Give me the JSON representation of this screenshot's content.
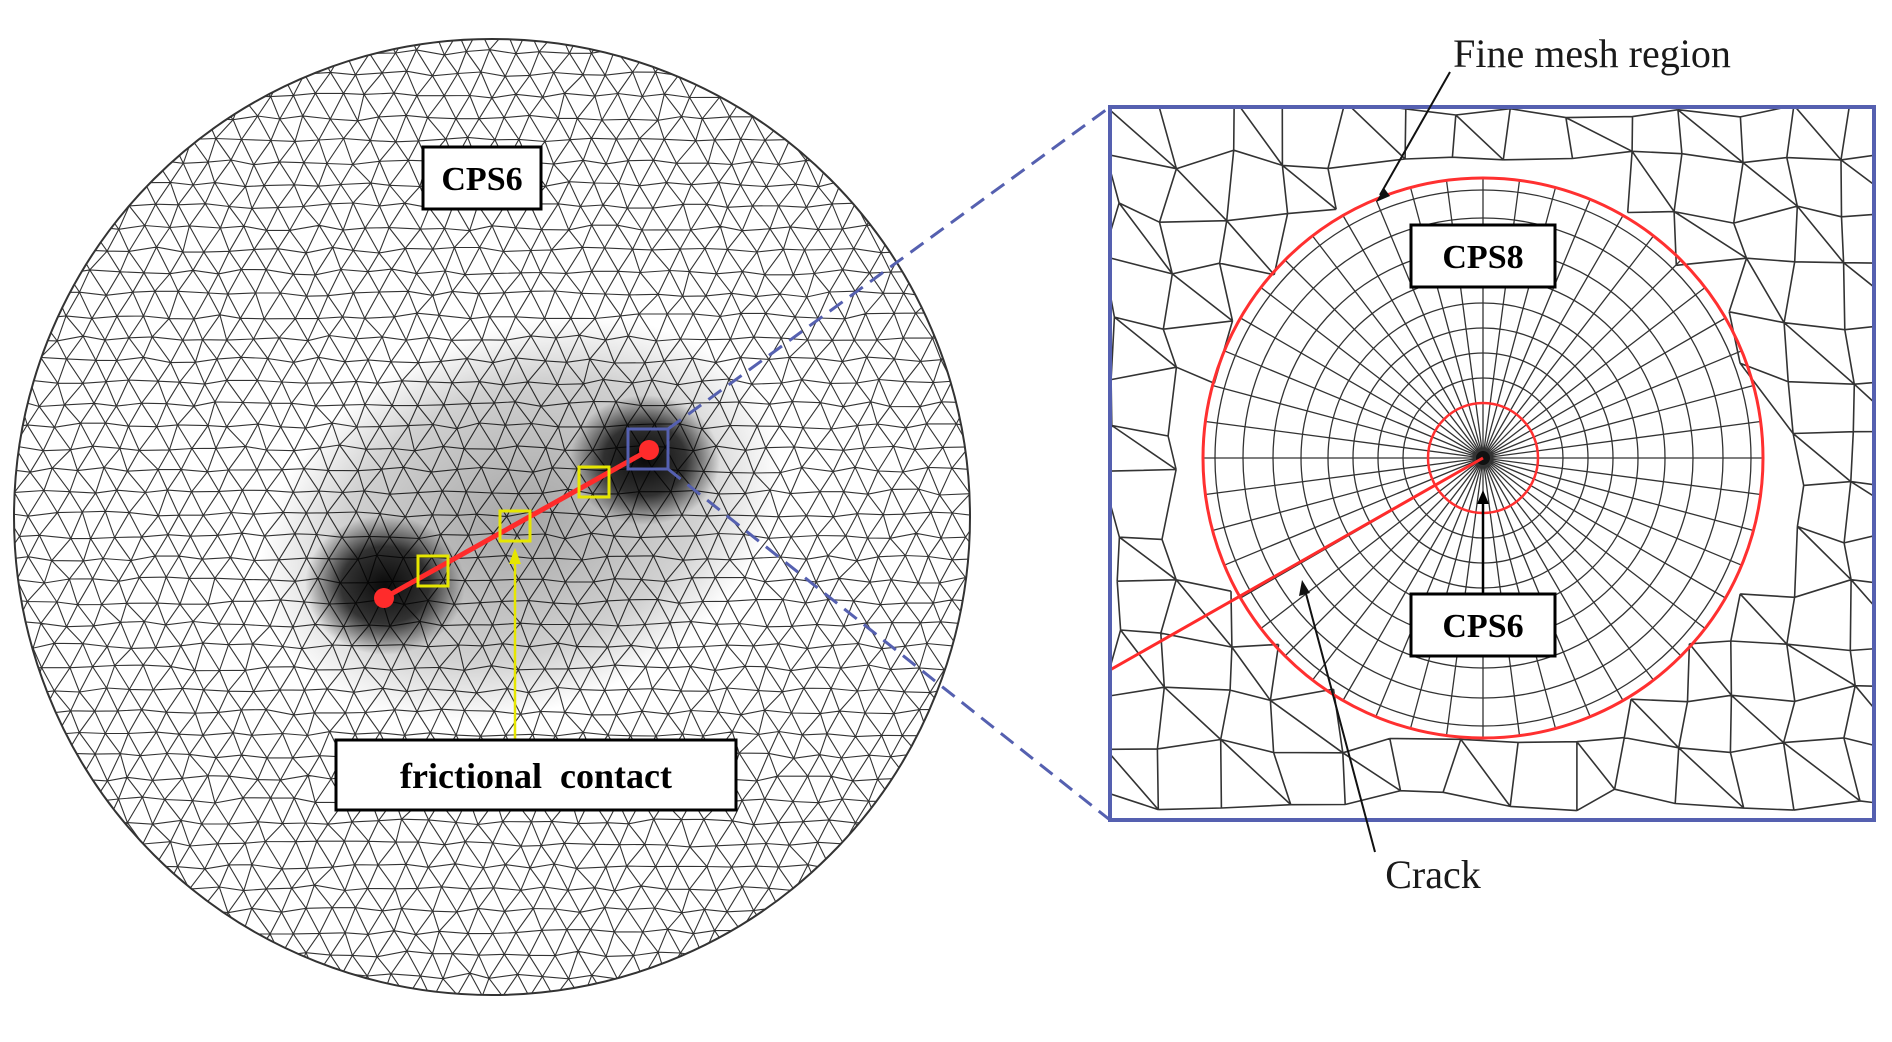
{
  "labels": {
    "cps6_main": "CPS6",
    "frictional_contact": "frictional  contact",
    "cps8": "CPS8",
    "cps6_detail": "CPS6",
    "fine_mesh_region": "Fine mesh region",
    "crack": "Crack"
  },
  "colors": {
    "mesh": "#333333",
    "crack": "#ff2b2b",
    "contact_markers": "#e6e600",
    "detail_frame": "#5560b0",
    "fine_circle": "#ff3030",
    "background": "#ffffff"
  }
}
